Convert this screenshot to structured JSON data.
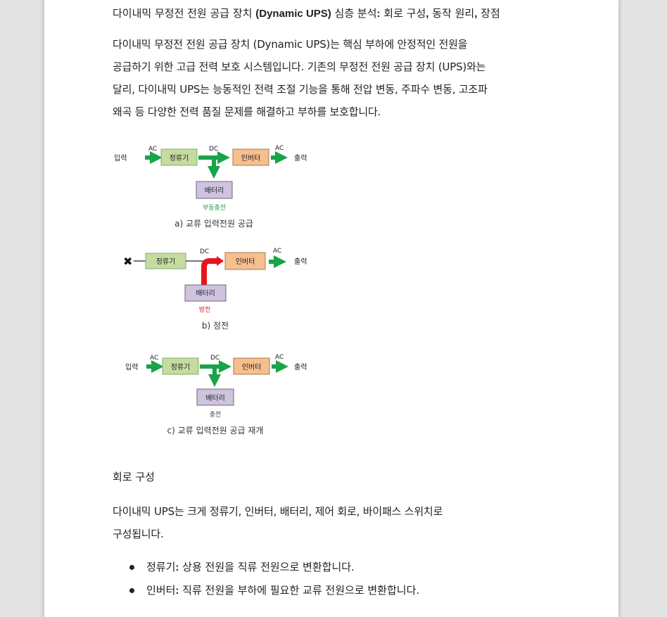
{
  "document": {
    "title": {
      "part1": "다이내믹 무정전 전원 공급 장치 ",
      "part2_bold": "(Dynamic UPS)",
      "part3": " 심층 분석",
      "part4_bold": ":",
      "part5": " 회로 구성",
      "part6_bold": ",",
      "part7": " 동작 원리",
      "part8_bold": ",",
      "part9": " 장점"
    },
    "intro_lines": [
      "다이내믹 무정전 전원 공급 장치 (Dynamic UPS)는 핵심 부하에 안정적인 전원을",
      "공급하기 위한 고급 전력 보호 시스템입니다. 기존의 무정전 전원 공급 장치 (UPS)와는",
      "달리, 다이내믹 UPS는 능동적인 전력 조절 기능을 통해 전압 변동, 주파수 변동, 고조파",
      "왜곡 등 다양한 전력 품질 문제를 해결하고 부하를 보호합니다."
    ],
    "figure": {
      "panels": [
        {
          "input": "입력",
          "ac_in": "AC",
          "rectifier": "정류기",
          "dc": "DC",
          "inverter": "인버터",
          "ac_out": "AC",
          "output": "출력",
          "battery": "배터리",
          "battery_state": "부동충전",
          "battery_state_color": "#1aa34a",
          "caption": "a) 교류 입력전원 공급"
        },
        {
          "input_mark": "✖",
          "rectifier": "정류기",
          "dc": "DC",
          "inverter": "인버터",
          "ac_out": "AC",
          "output": "출력",
          "battery": "배터리",
          "battery_state": "방전",
          "battery_state_color": "#e8141c",
          "caption": "b) 정전"
        },
        {
          "input": "입력",
          "ac_in": "AC",
          "rectifier": "정류기",
          "dc": "DC",
          "inverter": "인버터",
          "ac_out": "AC",
          "output": "출력",
          "battery": "배터리",
          "battery_state": "충전",
          "battery_state_color": "#333333",
          "caption": "c) 교류 입력전원 공급 재개"
        }
      ],
      "colors": {
        "arrow_green": "#1aa34a",
        "arrow_red": "#e8141c",
        "rectifier_fill": "#c5dca0",
        "inverter_fill": "#f6bf8e",
        "battery_fill": "#cfc3e0"
      }
    },
    "section_heading": "회로 구성",
    "section_lines": [
      "다이내믹 UPS는 크게 정류기, 인버터, 배터리, 제어 회로, 바이패스 스위치로",
      "구성됩니다."
    ],
    "bullets": [
      {
        "term": "정류기",
        "colon": ":",
        "text": " 상용 전원을 직류 전원으로 변환합니다."
      },
      {
        "term": "인버터",
        "colon": ":",
        "text": " 직류 전원을 부하에 필요한 교류 전원으로 변환합니다."
      }
    ]
  }
}
